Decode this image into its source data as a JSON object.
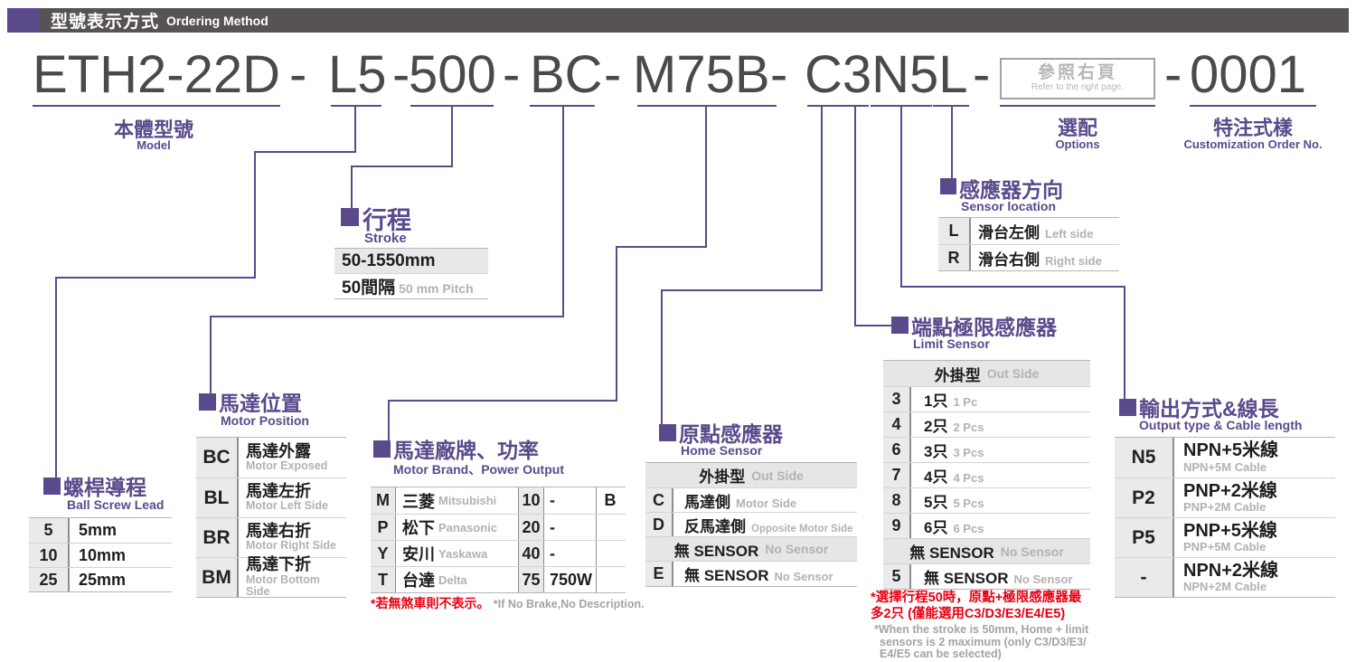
{
  "colors": {
    "purple": "#5a4a8c",
    "bar_gray": "#575253",
    "red": "#e60012"
  },
  "header": {
    "title_zh": "型號表示方式",
    "title_en": "Ordering Method"
  },
  "model_line": {
    "dash": "-",
    "seg_model": "ETH2-22D",
    "seg_lead": "L5",
    "seg_stroke": "500",
    "seg_motor_position": "BC",
    "seg_motor_brand": "M75B",
    "seg_sensors": "C3N5L",
    "seg_custom": "0001",
    "options_box_zh": "參照右頁",
    "options_box_en": "Refer to the right page.",
    "label_model_zh": "本體型號",
    "label_model_en": "Model",
    "label_options_zh": "選配",
    "label_options_en": "Options",
    "label_custom_zh": "特注式樣",
    "label_custom_en": "Customization Order No."
  },
  "stroke": {
    "title_zh": "行程",
    "title_en": "Stroke",
    "range": "50-1550mm",
    "pitch_zh": "50間隔",
    "pitch_en": "50 mm Pitch"
  },
  "sensor_location": {
    "title_zh": "感應器方向",
    "title_en": "Sensor location",
    "rows": [
      {
        "code": "L",
        "zh": "滑台左側",
        "en": "Left side"
      },
      {
        "code": "R",
        "zh": "滑台右側",
        "en": "Right side"
      }
    ]
  },
  "motor_position": {
    "title_zh": "馬達位置",
    "title_en": "Motor Position",
    "rows": [
      {
        "code": "BC",
        "zh": "馬達外露",
        "en": "Motor Exposed"
      },
      {
        "code": "BL",
        "zh": "馬達左折",
        "en": "Motor Left Side"
      },
      {
        "code": "BR",
        "zh": "馬達右折",
        "en": "Motor Right Side"
      },
      {
        "code": "BM",
        "zh": "馬達下折",
        "en": "Motor Bottom Side"
      }
    ]
  },
  "ball_screw_lead": {
    "title_zh": "螺桿導程",
    "title_en": "Ball Screw Lead",
    "rows": [
      {
        "code": "5",
        "value": "5mm"
      },
      {
        "code": "10",
        "value": "10mm"
      },
      {
        "code": "25",
        "value": "25mm"
      }
    ]
  },
  "motor_brand": {
    "title_zh": "馬達廠牌、功率",
    "title_en": "Motor Brand、Power Output",
    "rows": [
      {
        "code": "M",
        "zh": "三菱",
        "en": "Mitsubishi",
        "power": "10",
        "watt": "-",
        "extra": "B"
      },
      {
        "code": "P",
        "zh": "松下",
        "en": "Panasonic",
        "power": "20",
        "watt": "-",
        "extra": ""
      },
      {
        "code": "Y",
        "zh": "安川",
        "en": "Yaskawa",
        "power": "40",
        "watt": "-",
        "extra": ""
      },
      {
        "code": "T",
        "zh": "台達",
        "en": "Delta",
        "power": "75",
        "watt": "750W",
        "extra": ""
      }
    ],
    "note_red": "*若無煞車則不表示。",
    "note_gray": "*If No Brake,No Description."
  },
  "home_sensor": {
    "title_zh": "原點感應器",
    "title_en": "Home Sensor",
    "group1_zh": "外掛型",
    "group1_en": "Out Side",
    "rows": [
      {
        "code": "C",
        "zh": "馬達側",
        "en": "Motor Side"
      },
      {
        "code": "D",
        "zh": "反馬達側",
        "en": "Opposite Motor Side"
      }
    ],
    "group2_zh": "無 SENSOR",
    "group2_en": "No Sensor",
    "none_row": {
      "code": "E",
      "zh": "無 SENSOR",
      "en": "No Sensor"
    }
  },
  "limit_sensor": {
    "title_zh": "端點極限感應器",
    "title_en": "Limit Sensor",
    "group1_zh": "外掛型",
    "group1_en": "Out Side",
    "rows": [
      {
        "code": "3",
        "zh": "1只",
        "en": "1 Pc"
      },
      {
        "code": "4",
        "zh": "2只",
        "en": "2 Pcs"
      },
      {
        "code": "6",
        "zh": "3只",
        "en": "3 Pcs"
      },
      {
        "code": "7",
        "zh": "4只",
        "en": "4 Pcs"
      },
      {
        "code": "8",
        "zh": "5只",
        "en": "5 Pcs"
      },
      {
        "code": "9",
        "zh": "6只",
        "en": "6 Pcs"
      }
    ],
    "group2_zh": "無 SENSOR",
    "group2_en": "No Sensor",
    "none_row": {
      "code": "5",
      "zh": "無 SENSOR",
      "en": "No Sensor"
    },
    "note_red_1": "*選擇行程50時，原點+極限感應器最",
    "note_red_2": "多2只 (僅能選用C3/D3/E3/E4/E5)",
    "note_gray_1": "*When the stroke is 50mm, Home + limit",
    "note_gray_2": "sensors is 2 maximum (only C3/D3/E3/",
    "note_gray_3": "E4/E5 can be selected)"
  },
  "output": {
    "title_zh": "輸出方式&線長",
    "title_en": "Output type & Cable length",
    "rows": [
      {
        "code": "N5",
        "zh": "NPN+5米線",
        "en": "NPN+5M Cable"
      },
      {
        "code": "P2",
        "zh": "PNP+2米線",
        "en": "PNP+2M Cable"
      },
      {
        "code": "P5",
        "zh": "PNP+5米線",
        "en": "PNP+5M Cable"
      },
      {
        "code": "-",
        "zh": "NPN+2米線",
        "en": "NPN+2M Cable"
      }
    ]
  }
}
